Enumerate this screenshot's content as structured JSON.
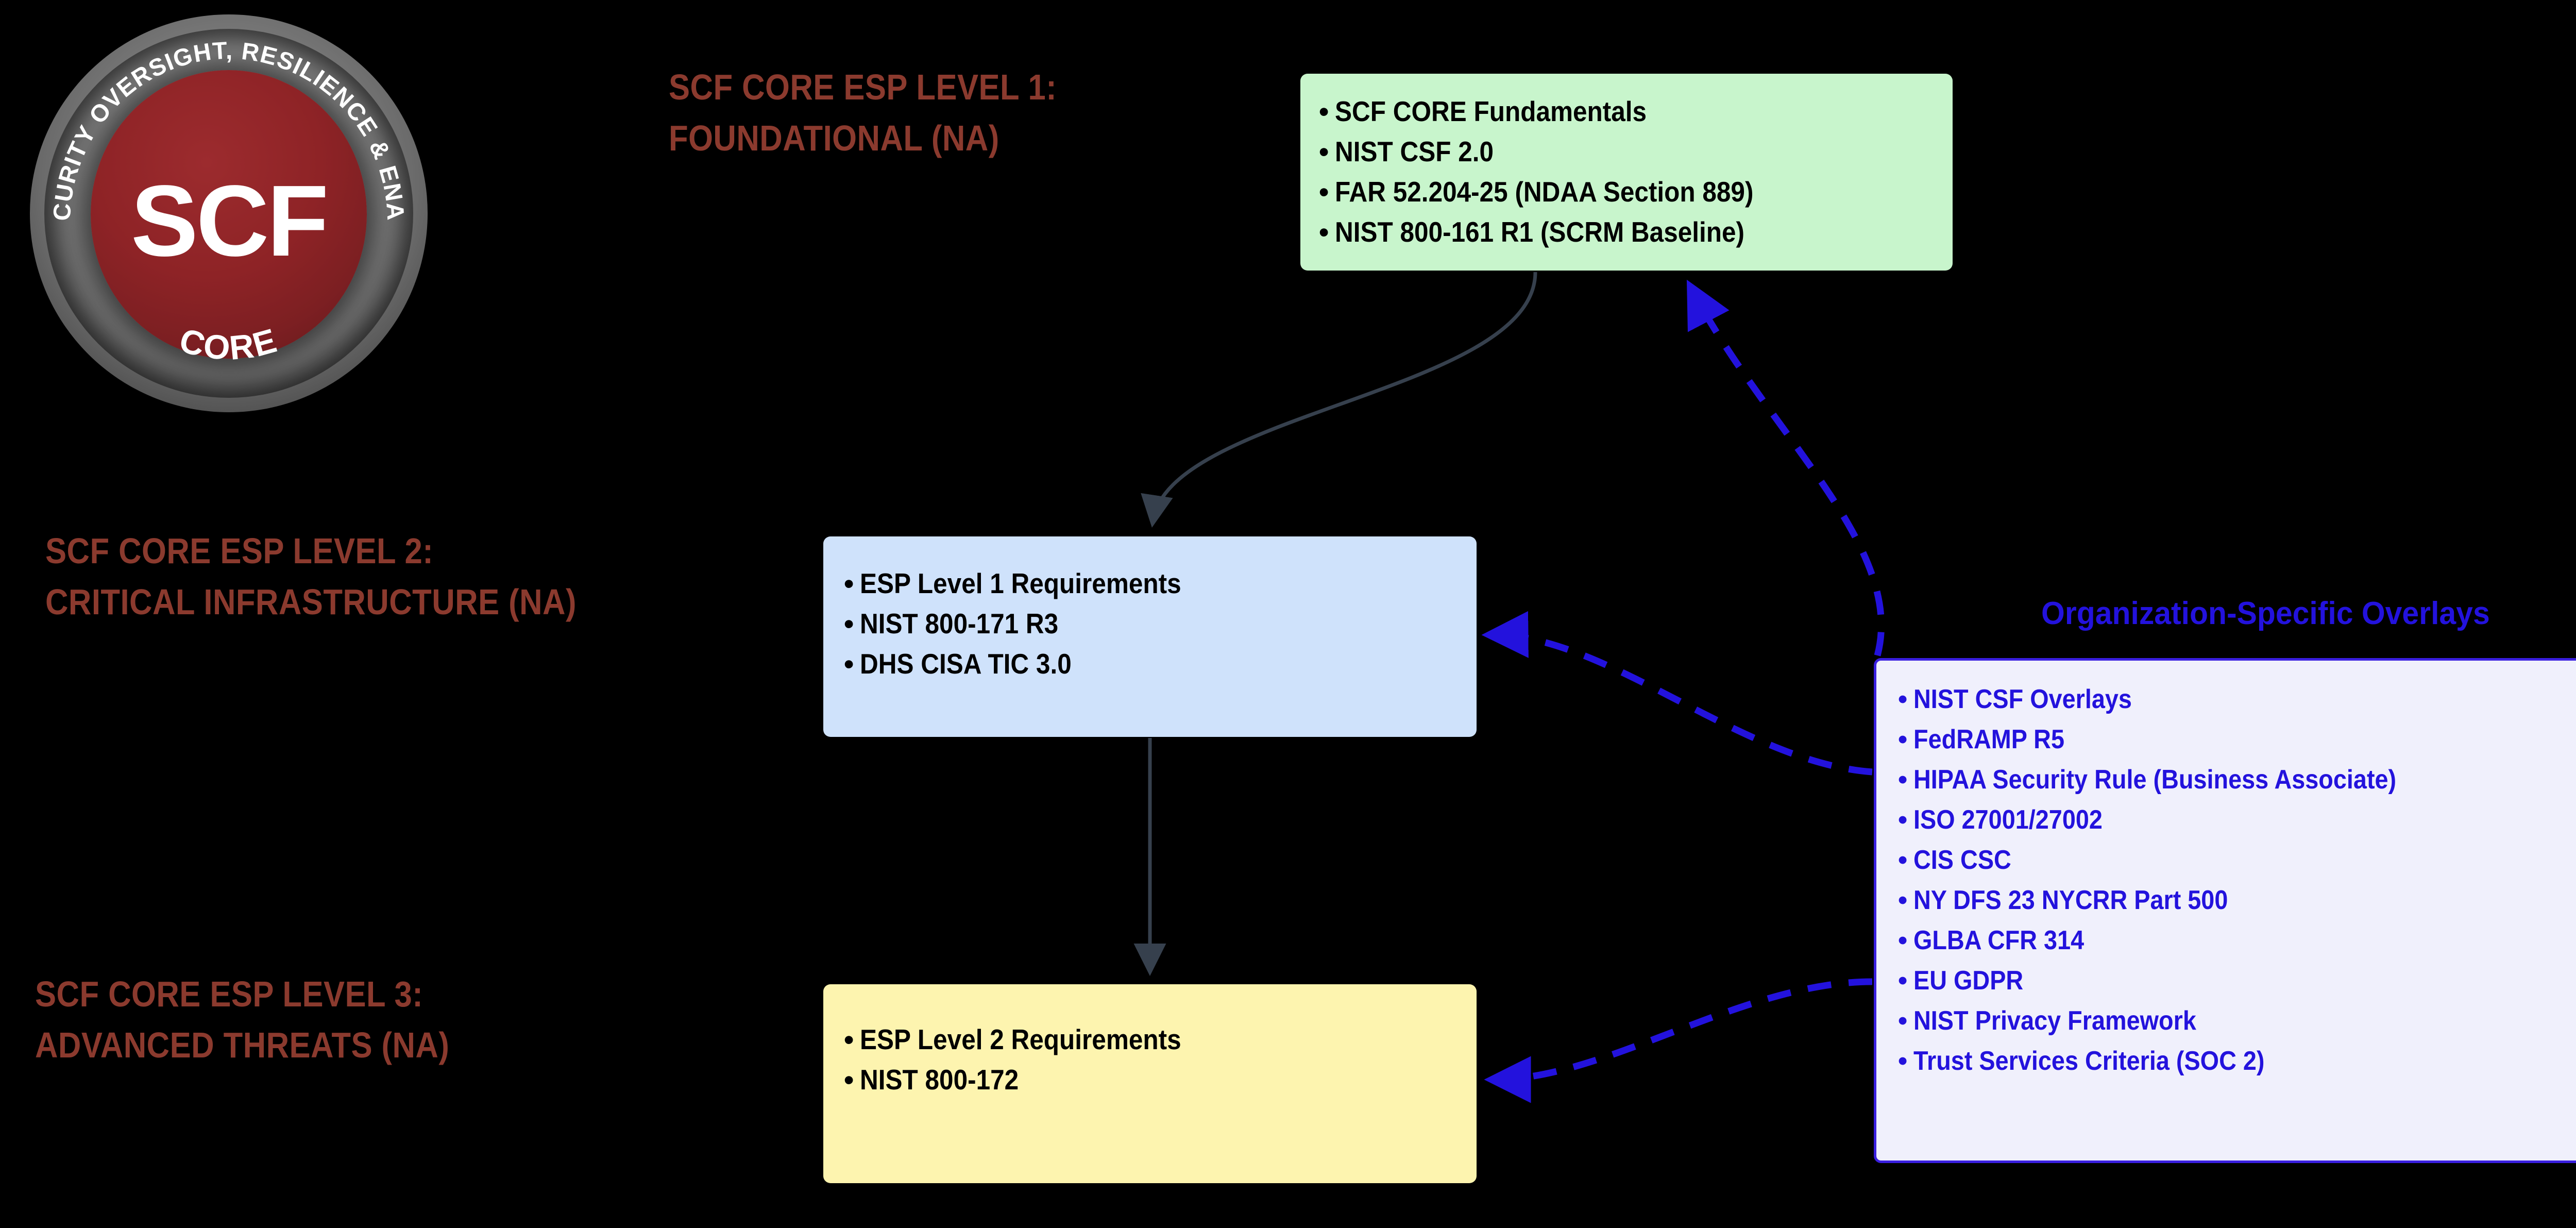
{
  "logo": {
    "arc_text": "CYBERSECURITY OVERSIGHT, RESILIENCE & ENABLEMENT",
    "bottom_text": "CORE",
    "center_text": "SCF",
    "ring_color": "#7d7d7d",
    "disc_color": "#8e2326"
  },
  "levels": [
    {
      "id": "level1",
      "line1": "SCF CORE ESP LEVEL 1:",
      "line2": "FOUNDATIONAL (NA)",
      "color": "#8B3A2E"
    },
    {
      "id": "level2",
      "line1": "SCF CORE ESP LEVEL 2:",
      "line2": "CRITICAL INFRASTRUCTURE (NA)",
      "color": "#8B3A2E"
    },
    {
      "id": "level3",
      "line1": "SCF CORE ESP LEVEL 3:",
      "line2": "ADVANCED THREATS (NA)",
      "color": "#8B3A2E"
    }
  ],
  "nodes": {
    "green": {
      "fill": "#C8F5CC",
      "text_color": "#000000",
      "items": [
        "SCF CORE Fundamentals",
        "NIST CSF 2.0",
        "FAR 52.204-25 (NDAA Section 889)",
        "NIST 800-161 R1 (SCRM Baseline)"
      ]
    },
    "blue": {
      "fill": "#CFE2FB",
      "text_color": "#000000",
      "items": [
        "ESP Level 1 Requirements",
        "NIST 800-171 R3",
        "DHS CISA TIC 3.0"
      ]
    },
    "yellow": {
      "fill": "#FDF4AF",
      "text_color": "#000000",
      "items": [
        "ESP Level 2 Requirements",
        "NIST 800-172"
      ]
    },
    "overlays": {
      "title": "Organization-Specific Overlays",
      "fill": "#F0F0FC",
      "border_color": "#3A1FE0",
      "text_color": "#2312DD",
      "items": [
        "NIST CSF Overlays",
        "FedRAMP R5",
        "HIPAA Security Rule (Business Associate)",
        "ISO 27001/27002",
        "CIS CSC",
        "NY DFS 23 NYCRR Part 500",
        "GLBA CFR 314",
        "EU GDPR",
        "NIST Privacy Framework",
        "Trust Services Criteria (SOC 2)"
      ]
    }
  },
  "bullet_glyph": "•",
  "edges": {
    "solid_color": "#36404D",
    "dashed_color": "#2312DD",
    "items": [
      {
        "id": "green-to-blue",
        "style": "solid",
        "from": "green",
        "to": "blue"
      },
      {
        "id": "blue-to-yellow",
        "style": "solid",
        "from": "blue",
        "to": "yellow"
      },
      {
        "id": "overlays-to-green",
        "style": "dashed",
        "from": "overlays",
        "to": "green"
      },
      {
        "id": "overlays-to-blue",
        "style": "dashed",
        "from": "overlays",
        "to": "blue"
      },
      {
        "id": "overlays-to-yellow",
        "style": "dashed",
        "from": "overlays",
        "to": "yellow"
      }
    ]
  }
}
